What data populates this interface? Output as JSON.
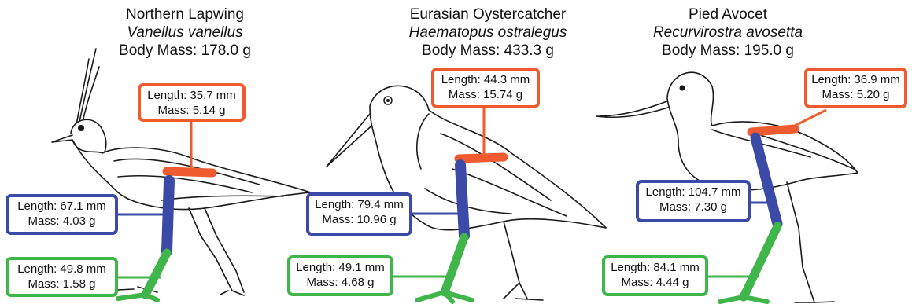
{
  "birds": [
    {
      "common_name": "Northern Lapwing",
      "scientific_name": "Vanellus vanellus",
      "body_mass": "Body Mass: 178.0 g",
      "segments": {
        "femur": {
          "length": "Length: 35.7 mm",
          "mass": "Mass: 5.14 g"
        },
        "tibiotarsus": {
          "length": "Length: 67.1 mm",
          "mass": "Mass: 4.03 g"
        },
        "tarsometatarsus": {
          "length": "Length: 49.8 mm",
          "mass": "Mass: 1.58 g"
        }
      }
    },
    {
      "common_name": "Eurasian Oystercatcher",
      "scientific_name": "Haematopus ostralegus",
      "body_mass": "Body Mass: 433.3 g",
      "segments": {
        "femur": {
          "length": "Length: 44.3 mm",
          "mass": "Mass: 15.74 g"
        },
        "tibiotarsus": {
          "length": "Length: 79.4 mm",
          "mass": "Mass: 10.96 g"
        },
        "tarsometatarsus": {
          "length": "Length: 49.1 mm",
          "mass": "Mass: 4.68 g"
        }
      }
    },
    {
      "common_name": "Pied Avocet",
      "scientific_name": "Recurvirostra avosetta",
      "body_mass": "Body Mass: 195.0 g",
      "segments": {
        "femur": {
          "length": "Length: 36.9 mm",
          "mass": "Mass: 5.20 g"
        },
        "tibiotarsus": {
          "length": "Length: 104.7 mm",
          "mass": "Mass: 7.30 g"
        },
        "tarsometatarsus": {
          "length": "Length: 84.1 mm",
          "mass": "Mass: 4.44 g"
        }
      }
    }
  ],
  "colors": {
    "femur": "#ef5a2e",
    "tibiotarsus": "#3a4aa6",
    "tarsometatarsus": "#3fb54a",
    "outline": "#1a1a1a"
  }
}
